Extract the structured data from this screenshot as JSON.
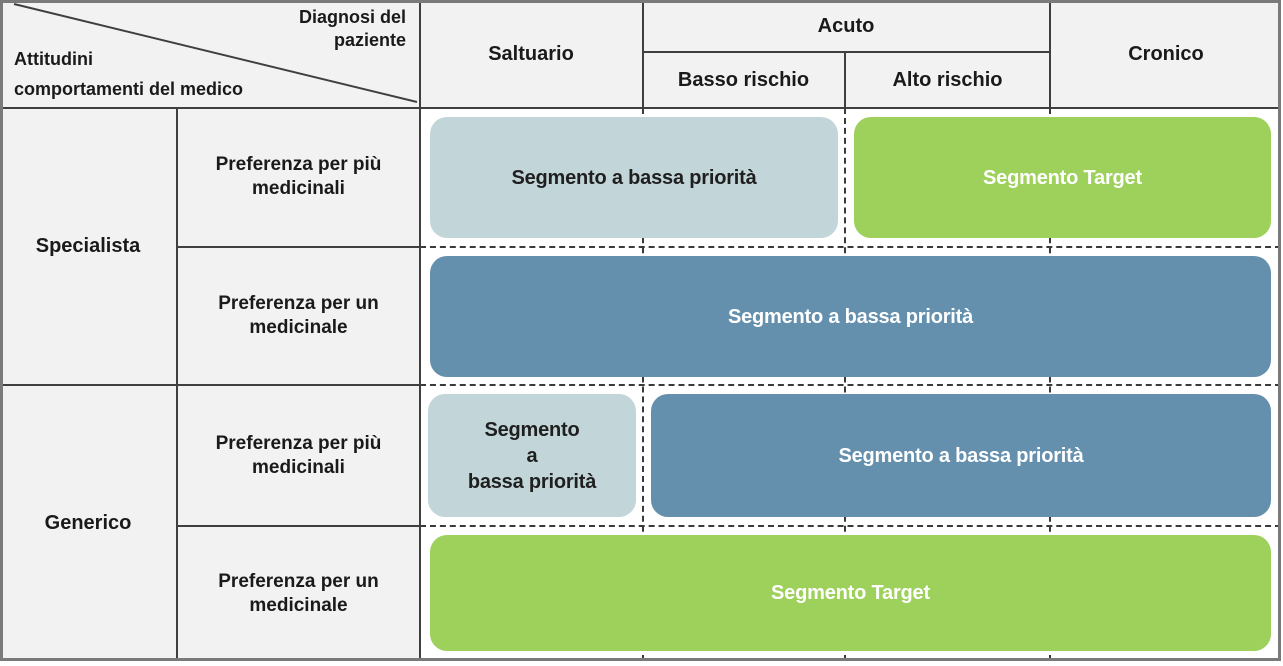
{
  "corner": {
    "diagnosi_line1": "Diagnosi del",
    "diagnosi_line2": "paziente",
    "attitudini": "Attitudini",
    "comportamenti": "comportamenti del medico"
  },
  "columns": {
    "saltuario": "Saltuario",
    "acuto": "Acuto",
    "basso_rischio": "Basso rischio",
    "alto_rischio": "Alto rischio",
    "cronico": "Cronico"
  },
  "rows": {
    "specialista": "Specialista",
    "generico": "Generico",
    "preferenza_piu": "Preferenza per più medicinali",
    "preferenza_un": "Preferenza per un medicinale"
  },
  "segments": {
    "spec_multi_low": {
      "label": "Segmento a bassa priorità"
    },
    "spec_multi_target": {
      "label": "Segmento Target"
    },
    "spec_single_low": {
      "label": "Segmento a bassa priorità"
    },
    "gen_multi_low": {
      "line1": "Segmento",
      "line2": "a",
      "line3": "bassa priorità"
    },
    "gen_multi_low_wide": {
      "label": "Segmento a bassa priorità"
    },
    "gen_single_target": {
      "label": "Segmento Target"
    }
  },
  "colors": {
    "segment_low_light": "#c2d6d9",
    "segment_low_blue": "#6490ae",
    "segment_target_green": "#9ed05c",
    "panel_bg": "#f2f2f2",
    "grid_line": "#3f3f3f",
    "outer_frame": "#7a7a7a"
  }
}
